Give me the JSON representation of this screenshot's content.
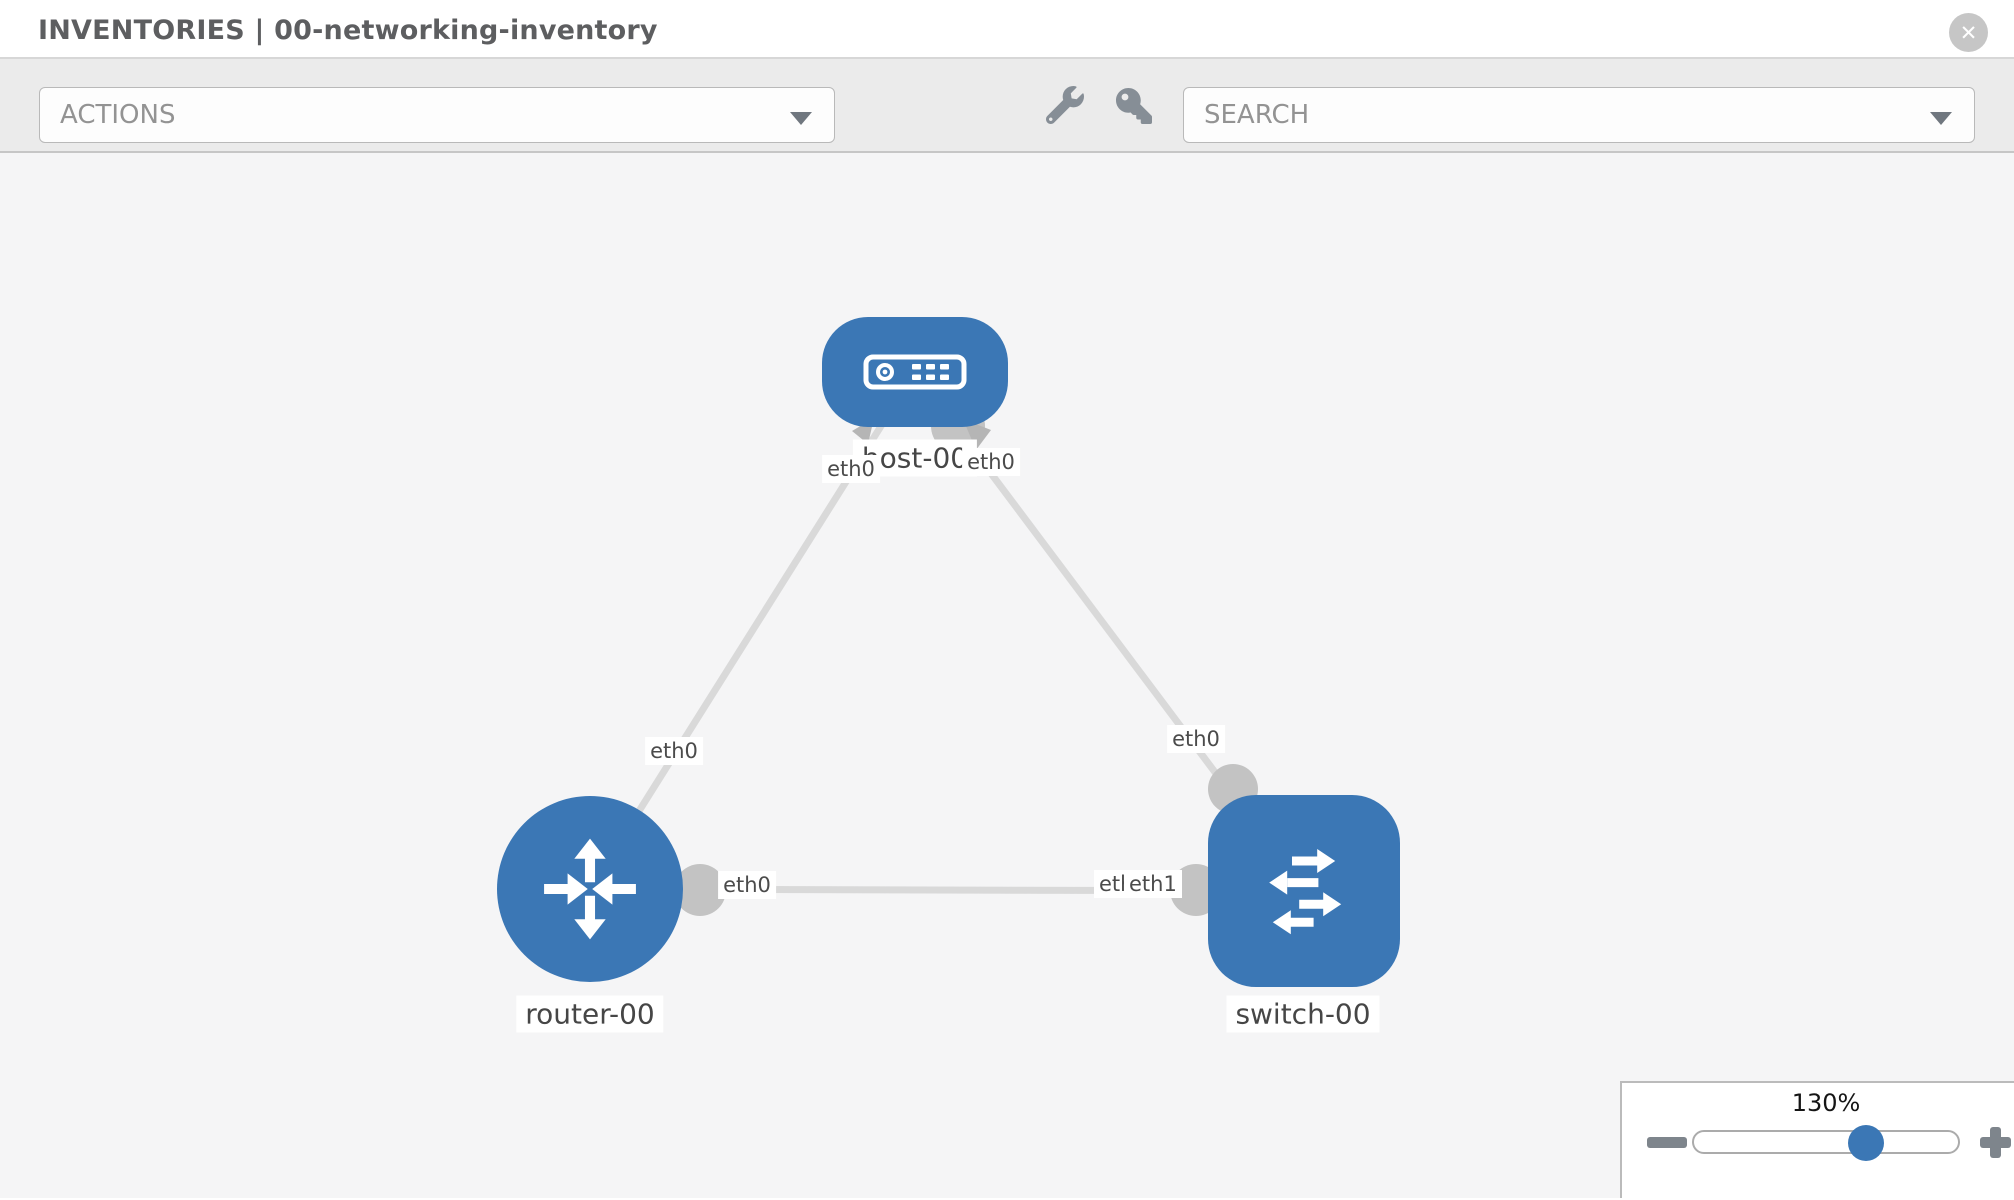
{
  "header": {
    "section": "INVENTORIES",
    "separator": " | ",
    "title": "00-networking-inventory",
    "close_icon": "circle-x",
    "close_glyph": "✕"
  },
  "toolbar": {
    "actions_dropdown": {
      "placeholder": "ACTIONS",
      "expanded": false
    },
    "search_dropdown": {
      "placeholder": "SEARCH",
      "value": ""
    },
    "icons": [
      "wrench-icon",
      "key-icon"
    ]
  },
  "graph": {
    "nodes": [
      {
        "id": "host-00",
        "label": "host-00",
        "type": "host",
        "icon": "server-icon"
      },
      {
        "id": "router-00",
        "label": "router-00",
        "type": "router",
        "icon": "router-arrows-icon"
      },
      {
        "id": "switch-00",
        "label": "switch-00",
        "type": "switch",
        "icon": "switch-arrows-icon"
      }
    ],
    "links": [
      {
        "source": "host-00",
        "target": "router-00",
        "source_interface": "eth0",
        "target_interface": "eth0"
      },
      {
        "source": "host-00",
        "target": "switch-00",
        "source_interface": "eth0",
        "target_interface": "eth0"
      },
      {
        "source": "router-00",
        "target": "switch-00",
        "source_interface": "eth0",
        "target_interface": "eth1",
        "target_interface_overlapped": "eth0"
      }
    ]
  },
  "zoom": {
    "level_label": "130%",
    "percent": 130,
    "controls": [
      "minus-icon",
      "slider",
      "plus-icon"
    ]
  },
  "colors": {
    "node_blue": "#3b77b5",
    "link_gray": "#d9d9d9",
    "connector_gray": "#c3c3c3",
    "canvas_bg": "#f5f5f6",
    "toolbar_bg": "#ebebeb"
  }
}
